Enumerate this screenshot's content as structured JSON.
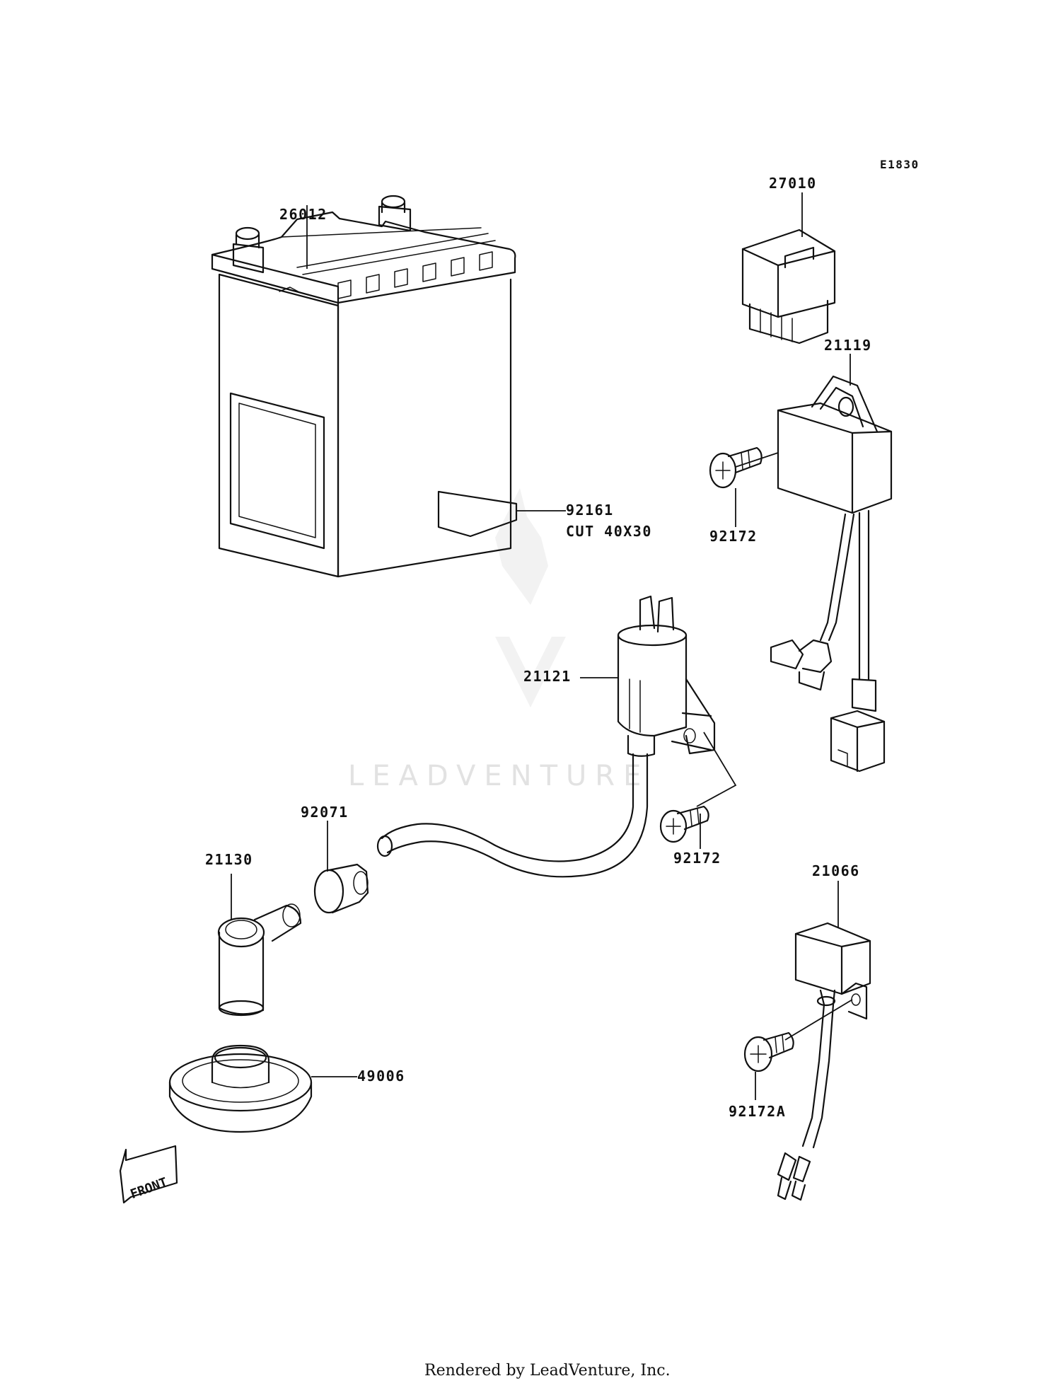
{
  "diagram_code": "E1830",
  "parts": {
    "p26012": "26012",
    "p92161": "92161",
    "p92161_note": "CUT 40X30",
    "p27010": "27010",
    "p21119": "21119",
    "p92172_a": "92172",
    "p21121": "21121",
    "p92071": "92071",
    "p21130": "21130",
    "p92172_b": "92172",
    "p21066": "21066",
    "p49006": "49006",
    "p92172A": "92172A"
  },
  "front_label": "FRONT",
  "watermark": "LEADVENTURE",
  "footer": "Rendered by LeadVenture, Inc."
}
